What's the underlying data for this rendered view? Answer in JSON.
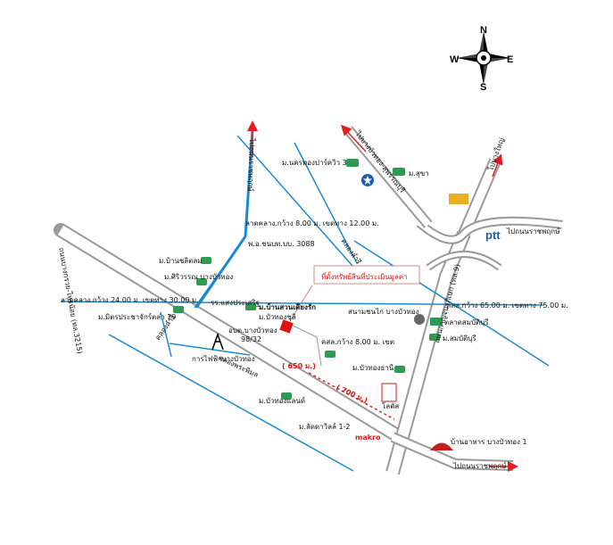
{
  "compass": {
    "n": "N",
    "e": "E",
    "s": "S",
    "w": "W"
  },
  "colors": {
    "road": "#aaaaaa",
    "canal": "#1b8bd0",
    "arrow": "#e02020",
    "marker": "#e01010",
    "village": "#2f9a52",
    "ptt": "#1d5fb0"
  },
  "roads": {
    "main_left": "ถนนบางกรวย-ไทรน้อย (ทล.3215)",
    "top_left": "ไปถนนราชพฤกษ์",
    "top_right": "ไปบางบัวทอง-สุพรรณบุรี",
    "kanchana_top": "ไปบางใหญ่",
    "kanchana_right": "ไปถนนราชพฤกษ์",
    "bottom_right": "ไปถนนราชพฤกษ์",
    "kanchana_label": "ถนนกาญจนาภิเษก (ทล.9)"
  },
  "labels": {
    "canal_top": "ลาดคลาง.กว้าง 8.00 ม. เขตทาง 12.00 ม.",
    "school": "พ.อ.ชนบท.บบ. 3088",
    "canal_right_vertical": "คลองลำรี",
    "canal_left": "ลาดคลาง.กว้าง 24.00 ม. เขตทาง 30.00 ม.",
    "canal_left_vert": "คลองลำรี",
    "canal_bottom": "คลองพระพิมล",
    "road_right": "คสล.กว้าง 65.00 ม. เขตทาง 75.00 ม.",
    "road_local": "คสล.กว้าง 8.00 ม. เขต",
    "subject": "ที่ตั้งทรัพย์สินที่ประเมินมูลค่า",
    "dist_650": "( 650 ม.)",
    "dist_700": "( 700 ม.)"
  },
  "places": {
    "nakhon_thong_3": "ม.นครทองปาร์ควิว 3",
    "m_sukha": "ม.สุขา",
    "ban_chalerm": "ม.บ้านชลิตลม",
    "siriwan": "ม.ศิริวรรณ บางบัวทอง",
    "mitr_19": "ม.มิตรประชาจักร์ตล่า 19",
    "school_sang": "รร.แสงประเสริฐ",
    "ban_suan_kongkaew": "ม.บ้านสวนเคียงรัก",
    "pattana": "ม.บัวทองชุลิ",
    "obt": "อบต.บางบัวทอง",
    "addr": "98/32",
    "electric": "การไฟฟ้าบางบัวทอง",
    "bua_thong_land": "ม.บัวทองแลนด์",
    "ladawan": "ม.ลัดดาวิลล์ 1-2",
    "makro": "makro",
    "bua_thong_thani": "ม.บัวทองธานี",
    "stadium": "สนามชนไก่ บางบัวทอง",
    "market": "ตลาดสมบัติบุรี",
    "sombat": "ม.สมบัติบุรี",
    "tesco": "โลตัส",
    "restaurant": "บ้านอาหาร บางบัวทอง 1",
    "ptt": "ptt"
  }
}
